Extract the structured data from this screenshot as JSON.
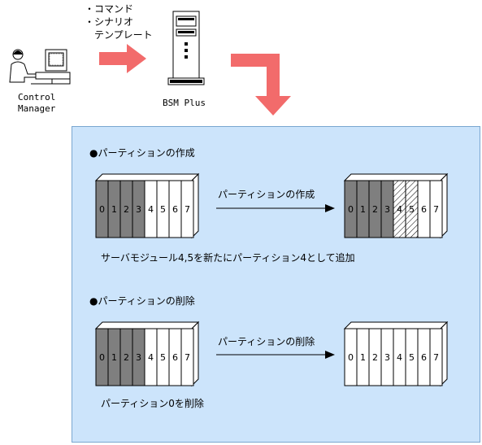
{
  "top": {
    "bullets": [
      "・コマンド",
      "・シナリオ",
      "　テンプレート"
    ],
    "manager_label_line1": "Control",
    "manager_label_line2": "Manager",
    "server_label": "BSM Plus"
  },
  "sections": [
    {
      "title": "●パーティションの作成",
      "arrow_label": "パーティションの作成",
      "caption": "サーバモジュール4,5を新たにパーティション4として追加",
      "before_slots": [
        "0",
        "1",
        "2",
        "3",
        "4",
        "5",
        "6",
        "7"
      ],
      "after_slots": [
        "0",
        "1",
        "2",
        "3",
        "4",
        "5",
        "6",
        "7"
      ]
    },
    {
      "title": "●パーティションの削除",
      "arrow_label": "パーティションの削除",
      "caption": "パーティション0を削除",
      "before_slots": [
        "0",
        "1",
        "2",
        "3",
        "4",
        "5",
        "6",
        "7"
      ],
      "after_slots": [
        "0",
        "1",
        "2",
        "3",
        "4",
        "5",
        "6",
        "7"
      ]
    }
  ],
  "colors": {
    "panel_bg": "#cce4fb",
    "arrow_red": "#f26b6b",
    "module_gray": "#7f7f7f"
  }
}
